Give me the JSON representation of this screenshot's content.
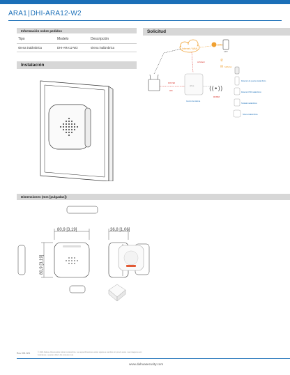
{
  "header": {
    "series": "ARA1",
    "model": "DHI-ARA12-W2"
  },
  "ordering": {
    "section_title": "Información sobre pedidos",
    "columns": [
      "Tipo",
      "Modelo",
      "Descripción"
    ],
    "rows": [
      {
        "type": "sirena inalámbrica",
        "model": "DHI-ARA12-W2",
        "description": "sirena inalámbrica"
      }
    ]
  },
  "installation": {
    "section_title": "Instalación"
  },
  "application": {
    "section_title": "Solicitud",
    "labels": {
      "internet": "Internet / WAN",
      "dmss": "DMSS",
      "app": "APP",
      "airshield": "AirShield",
      "router": "ROUTER",
      "wifi": "WiFi",
      "hub": "Centro de Alarma",
      "sms_voice": "SMS/Voz",
      "door_detector": "Detector de puerta inalámbrico",
      "pir_detector": "Detector PIR inalámbrico",
      "keypad": "Teclado inalámbrico",
      "siren": "Sirena inalámbrica",
      "rf868": "RF868"
    }
  },
  "dimensions": {
    "section_title": "Dimensiones (mm [pulgadas])",
    "width_label": "80,9  [3,19]",
    "depth_label": "36,8  [1,06]",
    "height_label": "80,9  [3,19]"
  },
  "footer": {
    "rev": "Rev 001.001",
    "disclaimer": "© 2021 Dahua. Reservados todos los derechos. Las especificaciones están sujetas a cambios sin previo aviso. Las imágenes son ilustrativas y pueden diferir del producto real.",
    "url": "www.dahuasecurity.com"
  },
  "colors": {
    "brand_blue": "#1b6fb8",
    "section_gray": "#d7d7d7",
    "accent_orange": "#f0a030",
    "accent_red": "#d9332b"
  }
}
